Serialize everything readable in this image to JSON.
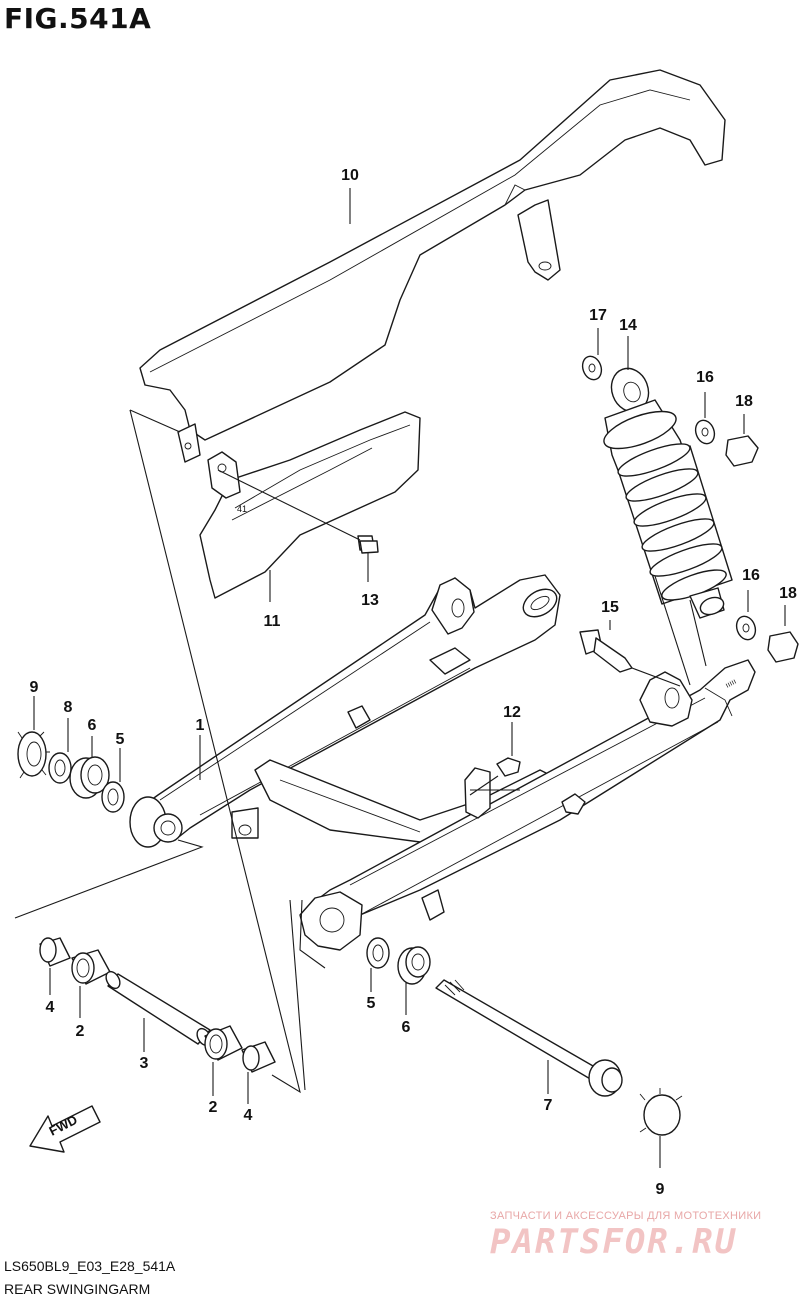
{
  "figure": {
    "title": "FIG.541A"
  },
  "parts": [
    {
      "id": "p10",
      "num": "10"
    },
    {
      "id": "p11",
      "num": "11"
    },
    {
      "id": "p13",
      "num": "13"
    },
    {
      "id": "p17",
      "num": "17"
    },
    {
      "id": "p14",
      "num": "14"
    },
    {
      "id": "p16a",
      "num": "16"
    },
    {
      "id": "p18a",
      "num": "18"
    },
    {
      "id": "p16b",
      "num": "16"
    },
    {
      "id": "p18b",
      "num": "18"
    },
    {
      "id": "p15",
      "num": "15"
    },
    {
      "id": "p9a",
      "num": "9"
    },
    {
      "id": "p8",
      "num": "8"
    },
    {
      "id": "p6a",
      "num": "6"
    },
    {
      "id": "p5a",
      "num": "5"
    },
    {
      "id": "p1",
      "num": "1"
    },
    {
      "id": "p12",
      "num": "12"
    },
    {
      "id": "p4a",
      "num": "4"
    },
    {
      "id": "p2a",
      "num": "2"
    },
    {
      "id": "p3",
      "num": "3"
    },
    {
      "id": "p2b",
      "num": "2"
    },
    {
      "id": "p4b",
      "num": "4"
    },
    {
      "id": "p5b",
      "num": "5"
    },
    {
      "id": "p6b",
      "num": "6"
    },
    {
      "id": "p7",
      "num": "7"
    },
    {
      "id": "p9b",
      "num": "9"
    }
  ],
  "fwd_label": "FWD",
  "footer": {
    "code": "LS650BL9_E03_E28_541A",
    "caption": "REAR SWINGINGARM"
  },
  "watermark": {
    "line1": "ЗАПЧАСТИ И АКСЕССУАРЫ ДЛЯ МОТОТЕХНИКИ",
    "line2": "PARTSFOR.RU"
  }
}
